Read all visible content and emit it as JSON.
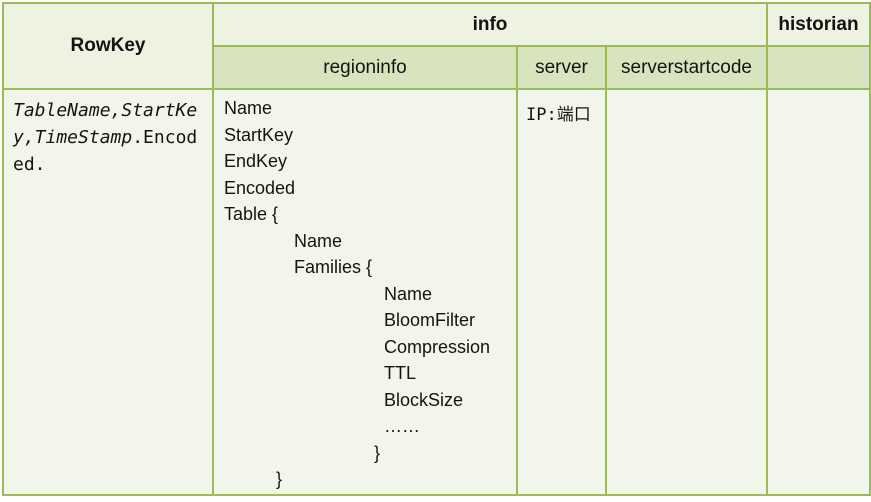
{
  "table": {
    "colors": {
      "border": "#9bbb59",
      "header_top_fill": "#edf2e1",
      "header_sub_fill": "#d7e4bd",
      "body_fill": "#f2f5ea",
      "text": "#141414"
    },
    "header": {
      "rowkey": "RowKey",
      "info": "info",
      "historian": "historian",
      "regioninfo": "regioninfo",
      "server": "server",
      "serverstartcode": "serverstartcode"
    },
    "body": {
      "rowkey_value_italic": "TableName,StartKey,TimeStamp",
      "rowkey_value_regular": ".Encoded.",
      "server_value": "IP:端口",
      "regioninfo_lines": [
        {
          "text": "Name",
          "indent": 0
        },
        {
          "text": "StartKey",
          "indent": 0
        },
        {
          "text": "EndKey",
          "indent": 0
        },
        {
          "text": "Encoded",
          "indent": 0
        },
        {
          "text": "Table {",
          "indent": 0
        },
        {
          "text": "Name",
          "indent": 1
        },
        {
          "text": "Families {",
          "indent": 1
        },
        {
          "text": "Name",
          "indent": 2
        },
        {
          "text": "BloomFilter",
          "indent": 2
        },
        {
          "text": "Compression",
          "indent": 2
        },
        {
          "text": "TTL",
          "indent": 2
        },
        {
          "text": "BlockSize",
          "indent": 2
        },
        {
          "text": "……",
          "indent": 2
        },
        {
          "text": "}",
          "indent": "close-inner"
        },
        {
          "text": "}",
          "indent": "close-outer"
        }
      ]
    }
  }
}
